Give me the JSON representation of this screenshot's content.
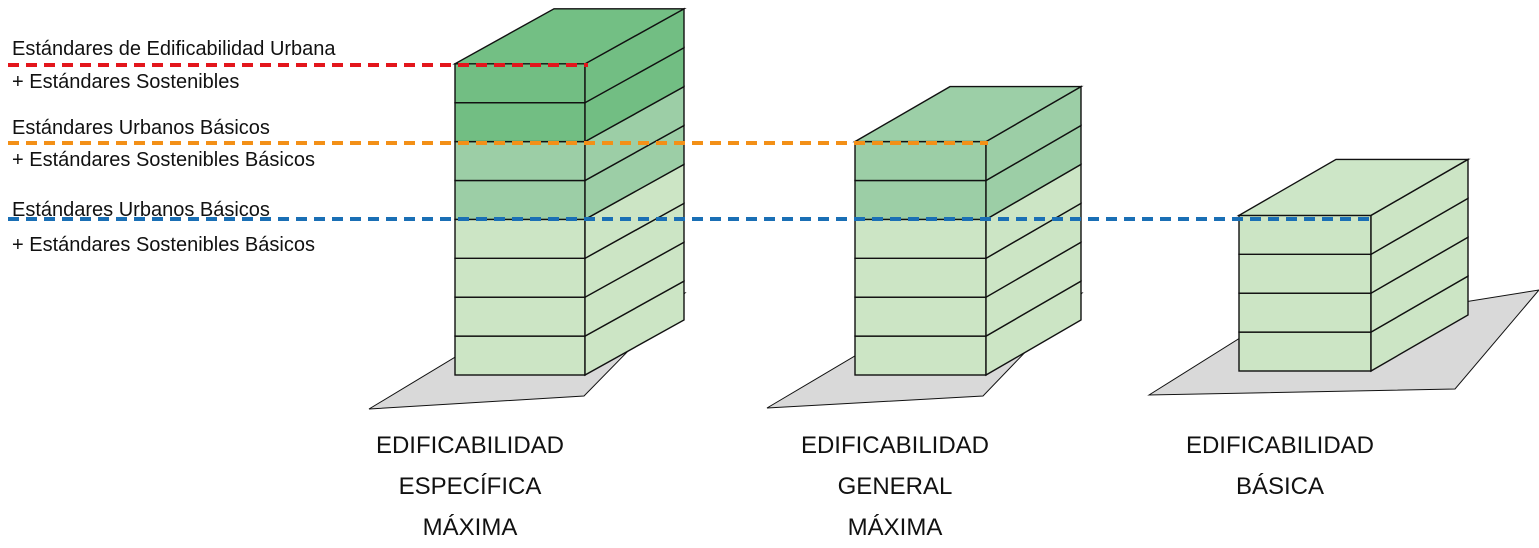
{
  "levels": [
    {
      "line1": "Estándares de Edificabilidad Urbana",
      "line2": "+ Estándares Sostenibles",
      "color": "#e3161c"
    },
    {
      "line1": "Estándares Urbanos Básicos",
      "line2": "+ Estándares Sostenibles Básicos",
      "color": "#f39017"
    },
    {
      "line1": "Estándares Urbanos Básicos",
      "line2": "+ Estándares Sostenibles Básicos",
      "color": "#1a6fb5"
    }
  ],
  "buildings": [
    {
      "caption": [
        "EDIFICABILIDAD",
        "ESPECÍFICA",
        "MÁXIMA"
      ],
      "floors": 8,
      "dark_floors": 2,
      "mid_floors": 2
    },
    {
      "caption": [
        "EDIFICABILIDAD",
        "GENERAL",
        "MÁXIMA"
      ],
      "floors": 6,
      "dark_floors": 0,
      "mid_floors": 2
    },
    {
      "caption": [
        "EDIFICABILIDAD",
        "BÁSICA"
      ],
      "floors": 4,
      "dark_floors": 0,
      "mid_floors": 0
    }
  ],
  "colors": {
    "floor_dark": "#72be83",
    "floor_mid": "#9ccea6",
    "floor_light": "#cce5c5",
    "roof_dark": "#73bf84",
    "roof_mid": "#9ccfa7",
    "roof_light": "#cde6c7",
    "ground": "#d9d9d9",
    "outline": "#111111"
  }
}
